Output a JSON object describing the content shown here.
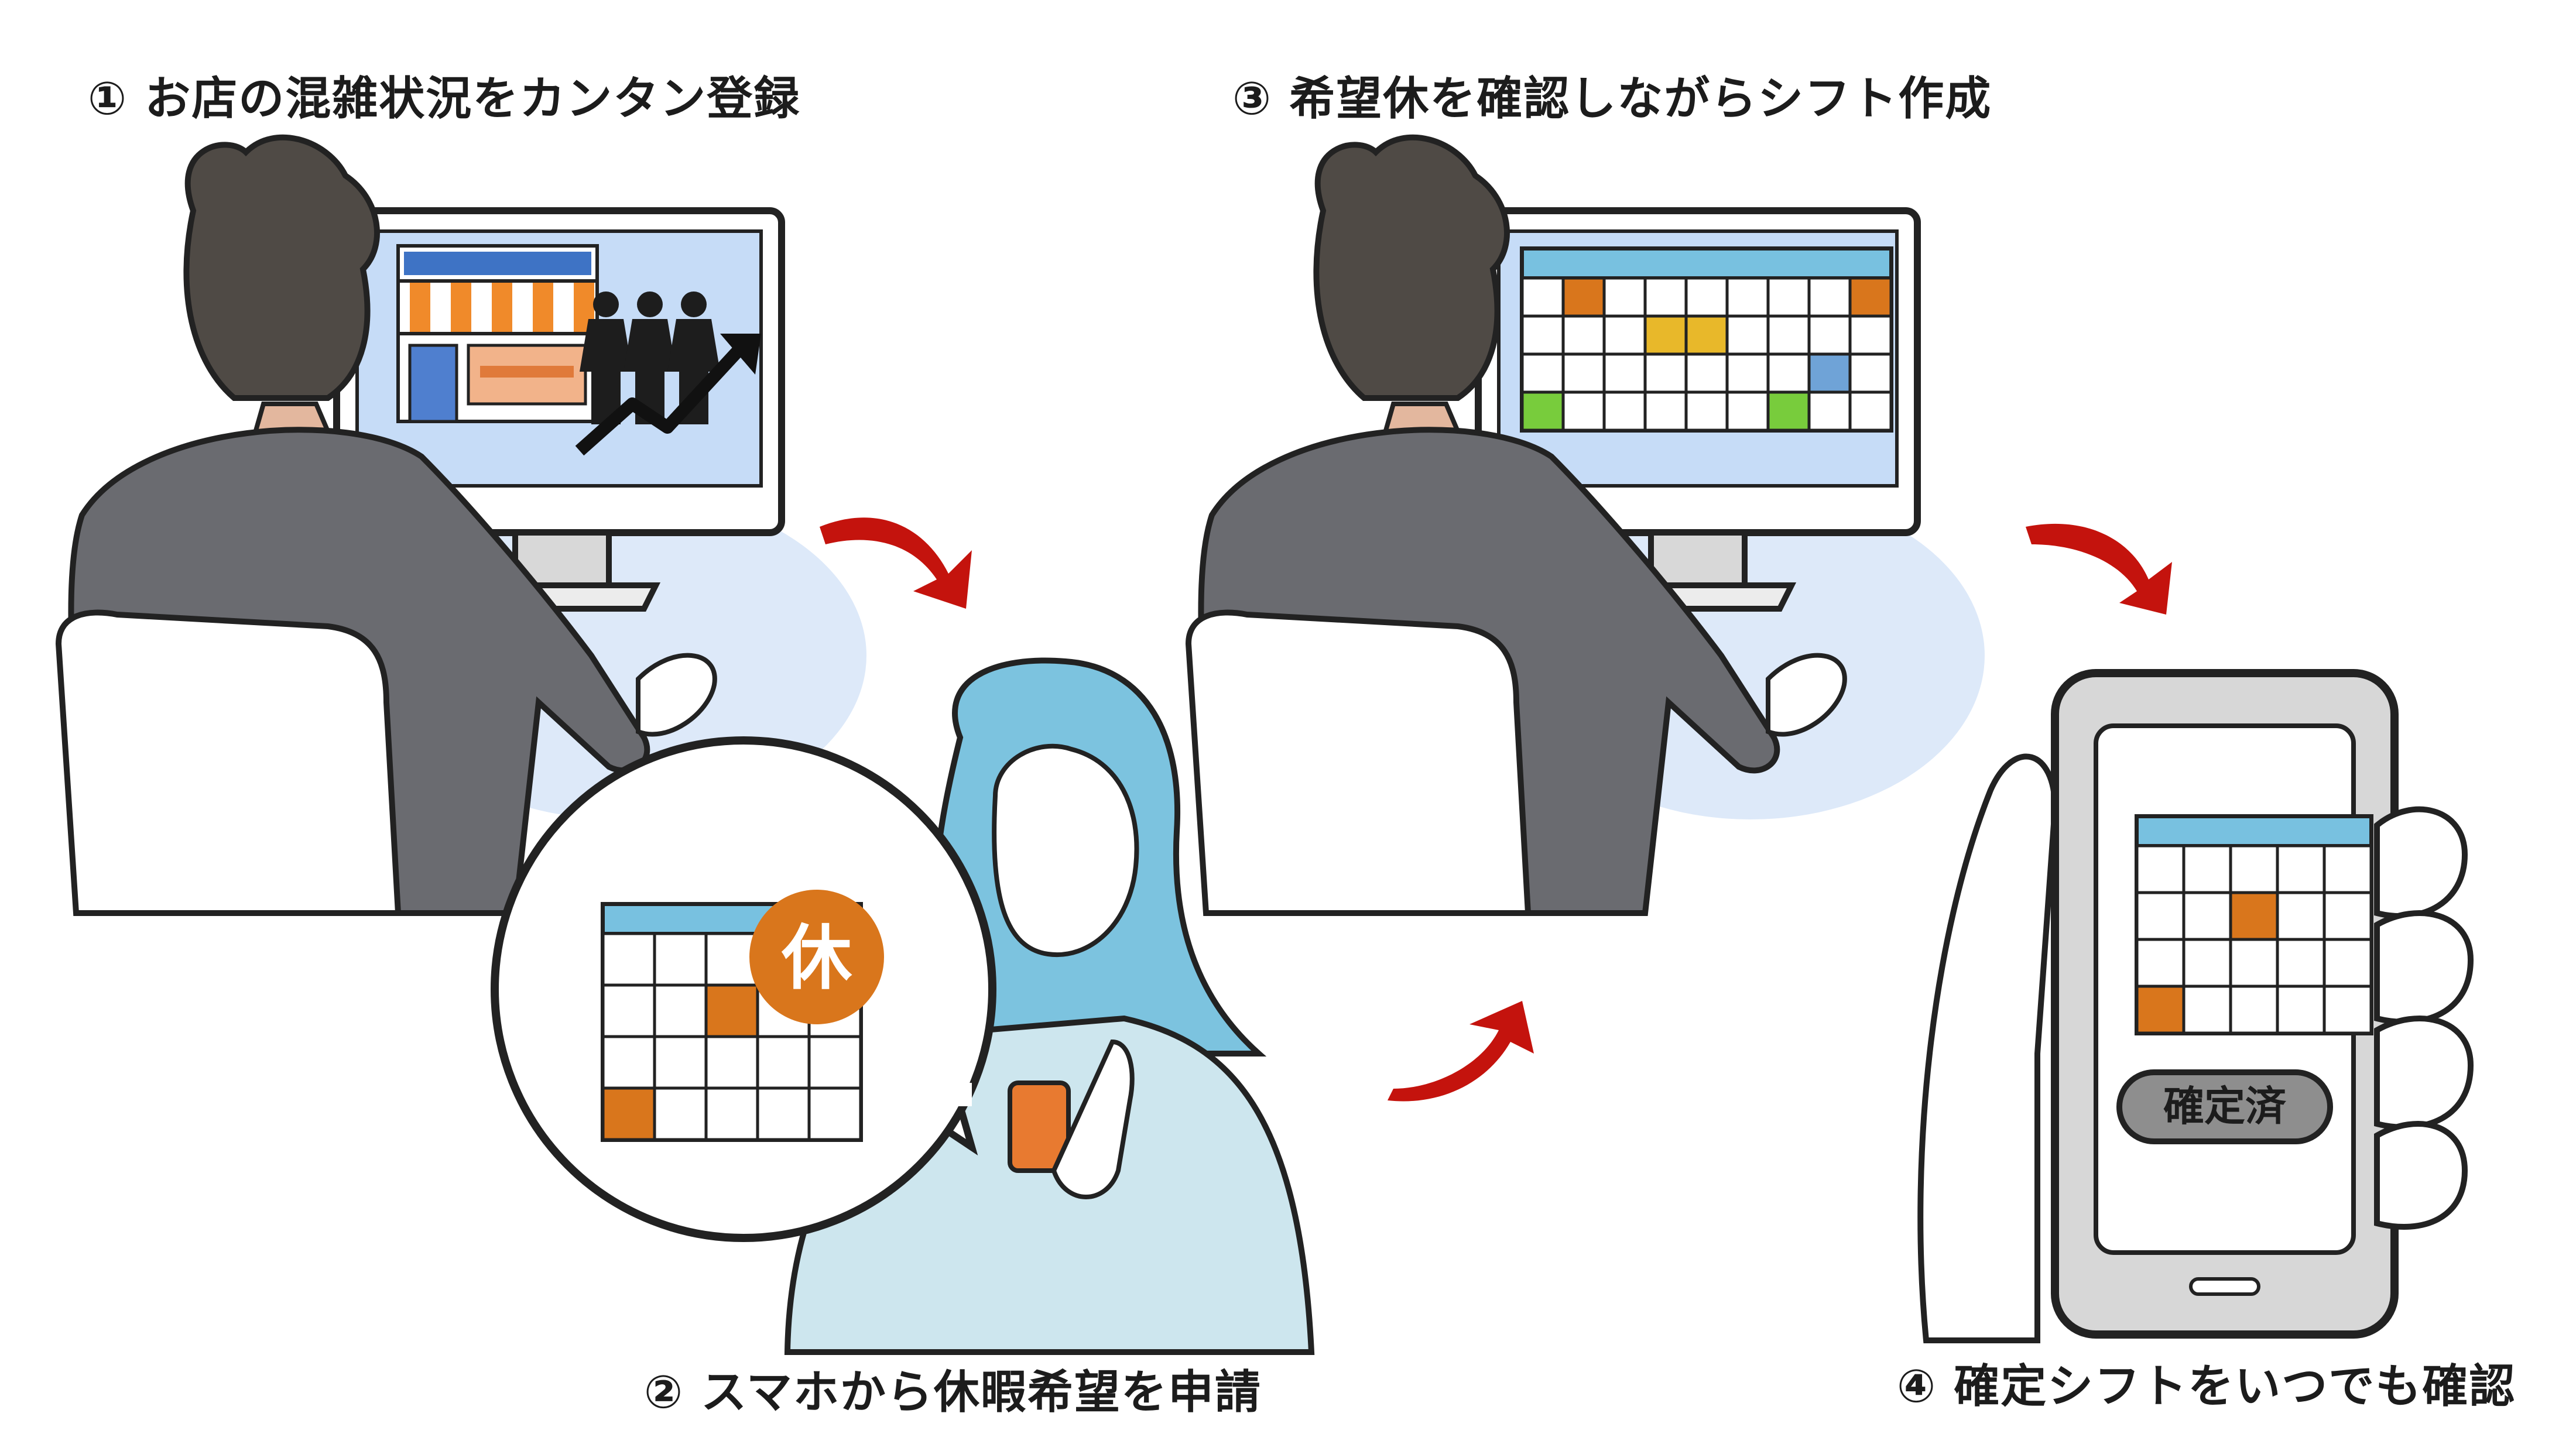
{
  "steps": [
    {
      "label": "① お店の混雑状況をカンタン登録"
    },
    {
      "label": "② スマホから休暇希望を申請"
    },
    {
      "label": "③ 希望休を確認しながらシフト作成"
    },
    {
      "label": "④ 確定シフトをいつでも確認"
    }
  ],
  "bubble": {
    "stamp": "休"
  },
  "phone": {
    "status_label": "確定済"
  },
  "colors": {
    "suit": "#6a6b70",
    "outline": "#222222",
    "hair_man": "#4f4a45",
    "hair_woman": "#7cc3df",
    "blouse": "#cde6ee",
    "accent_orange": "#d9761c",
    "cal_header": "#78c1e0",
    "arrow_red": "#c4130d",
    "desk_shadow": "#dde9f9",
    "yellow": "#e8b82a",
    "green": "#78cc3c",
    "blue": "#6fa3d7"
  },
  "icons": [
    "store-icon",
    "crowd-icon",
    "trend-arrow-icon",
    "calendar-icon",
    "smartphone-icon"
  ]
}
